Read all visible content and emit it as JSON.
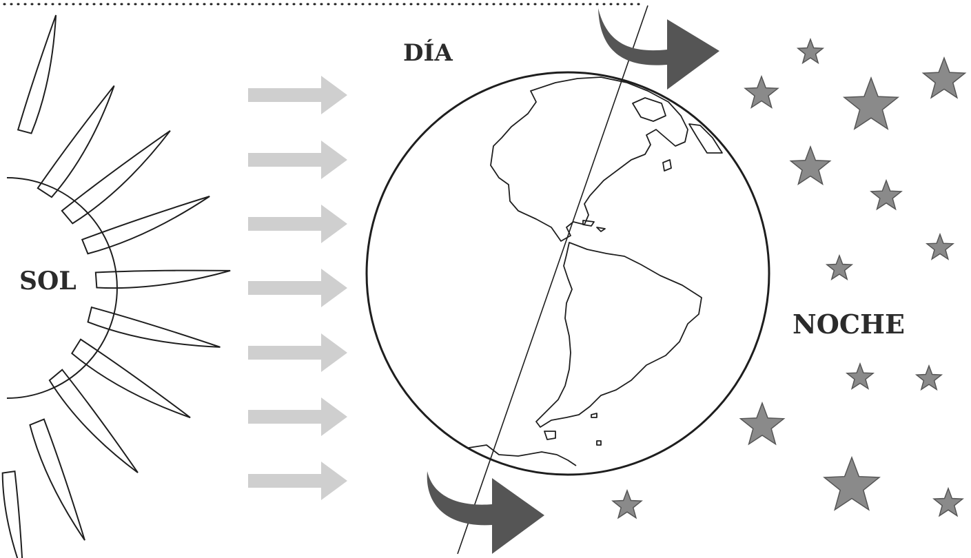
{
  "labels": {
    "sun": "SOL",
    "day": "DÍA",
    "night": "NOCHE"
  },
  "colors": {
    "ink": "#1e1e1e",
    "label": "#2b2b2b",
    "light_arrow": "#cfcfcf",
    "rotation_arrow": "#555555",
    "star_fill": "#8a8a8a",
    "star_stroke": "#555555"
  },
  "icons": {
    "sun": "sun-icon",
    "earth": "earth-globe-icon",
    "sunlight": "sunlight-arrow-icon",
    "rotation": "rotation-arrow-icon",
    "star": "star-icon"
  }
}
